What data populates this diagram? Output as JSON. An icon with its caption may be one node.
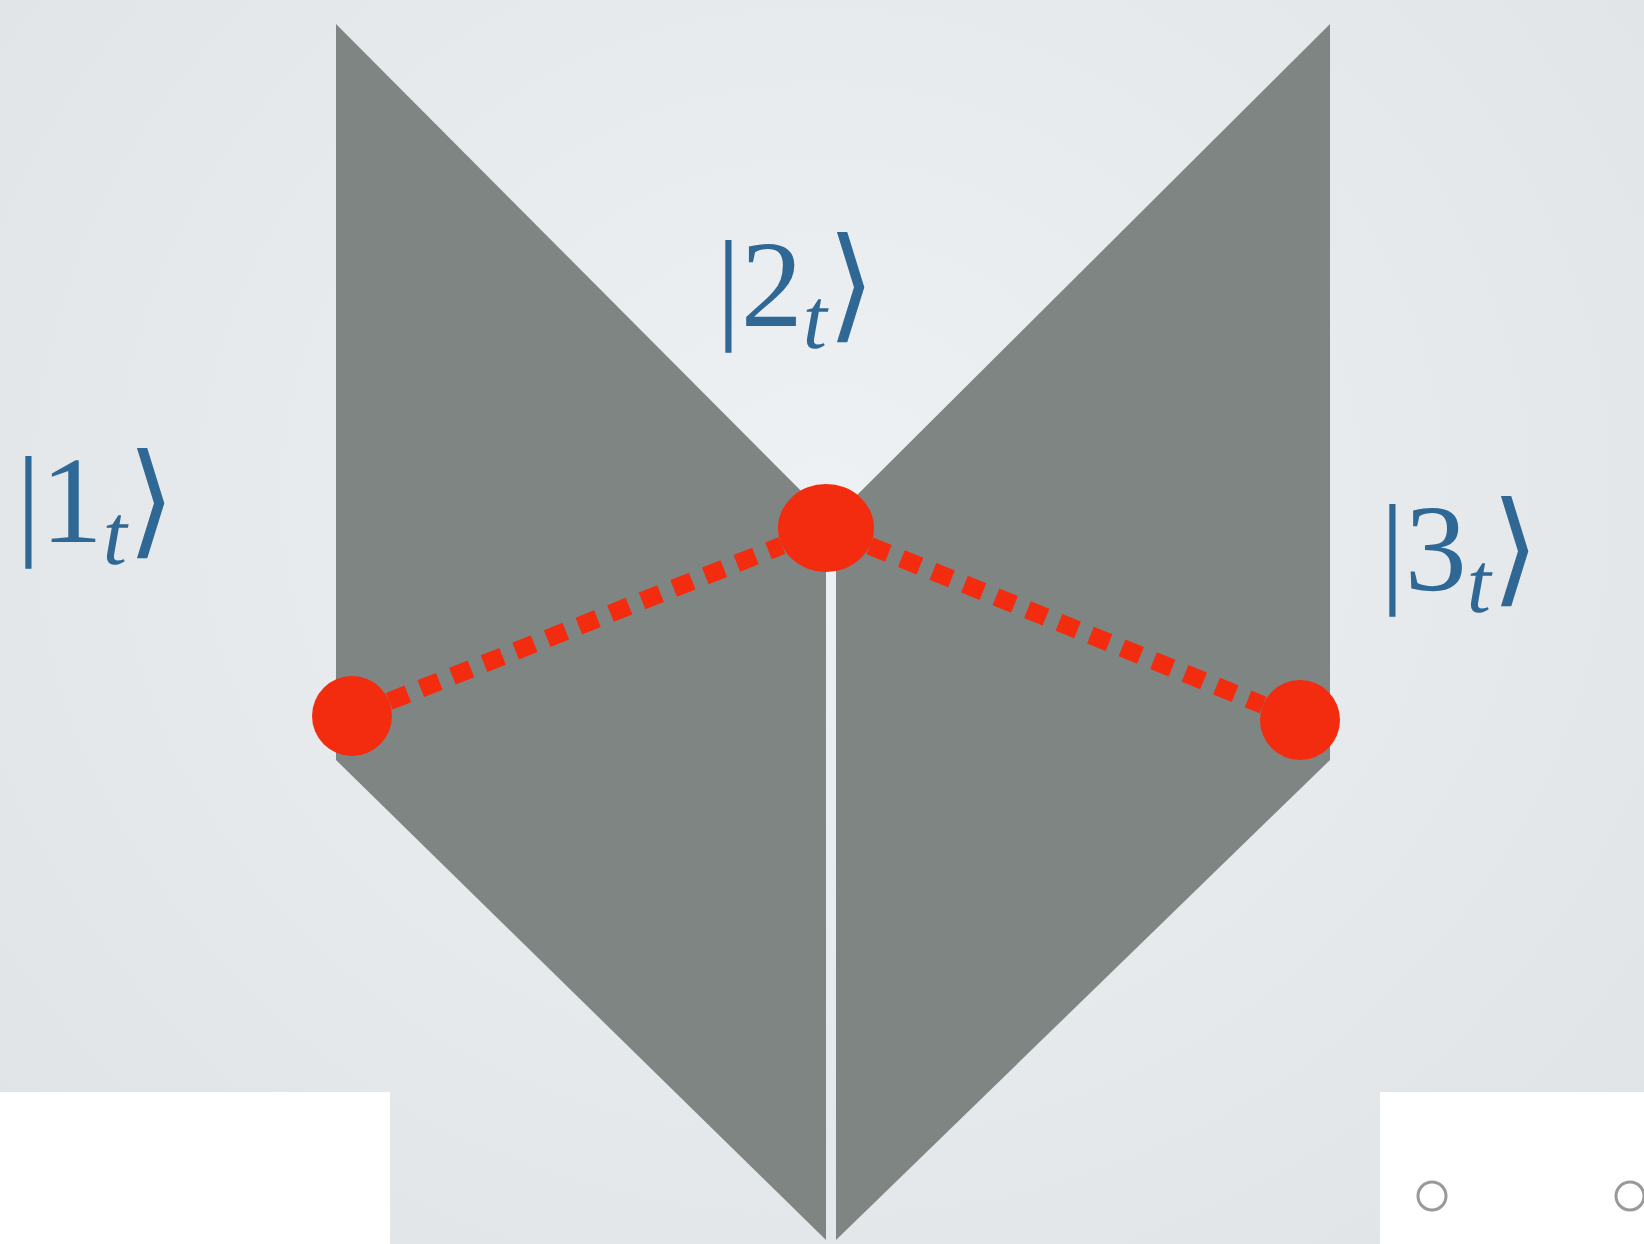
{
  "diagram": {
    "nodes": [
      {
        "text": [],
        "shape": "circle",
        "beside": [
          "|1$_{t}$⟩"
        ]
      },
      {
        "text": [],
        "shape": "circle",
        "beside": [
          "|2$_{t}$⟩"
        ]
      },
      {
        "text": [],
        "shape": "circle",
        "beside": [
          "|3$_{t}$⟩"
        ]
      }
    ],
    "edges": [
      {
        "from": 0,
        "to": 1,
        "arrow": "none",
        "style": "dashed"
      },
      {
        "from": 1,
        "to": 2,
        "arrow": "none",
        "style": "dashed"
      }
    ]
  }
}
